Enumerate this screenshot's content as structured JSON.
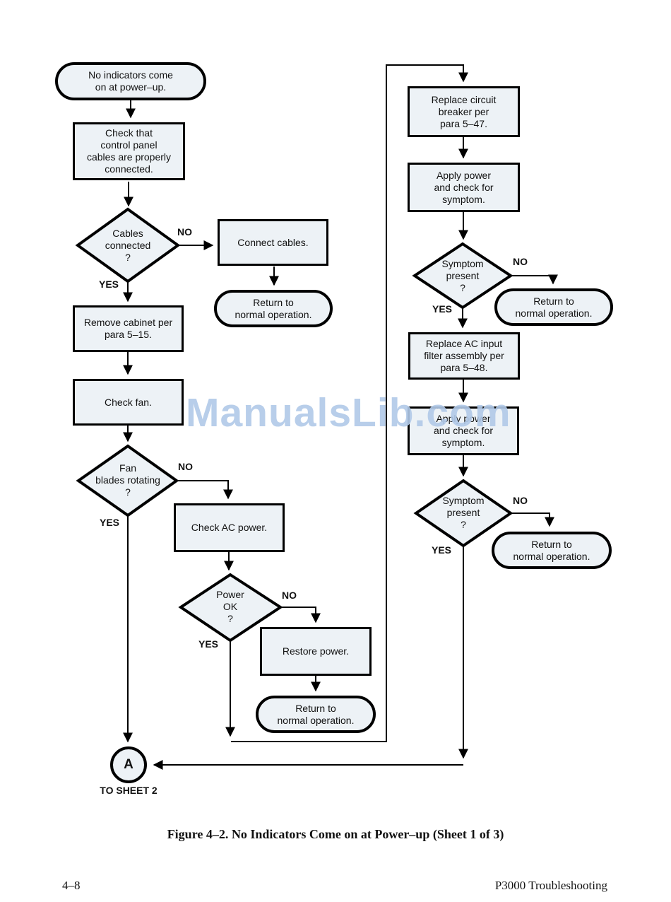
{
  "page": {
    "caption": "Figure 4–2. No Indicators Come on at Power–up (Sheet 1 of 3)",
    "footer_left": "4–8",
    "footer_right": "P3000 Troubleshooting",
    "watermark": "ManualsLib.com"
  },
  "labels": {
    "no": "NO",
    "yes": "YES",
    "connector_a": "A",
    "to_sheet": "TO SHEET 2"
  },
  "nodes": {
    "start": "No indicators come\non at power–up.",
    "check_cables": "Check that\ncontrol panel\ncables are properly\nconnected.",
    "cables_connected": "Cables\nconnected\n?",
    "connect_cables": "Connect cables.",
    "return_normal": "Return to\nnormal operation.",
    "remove_cabinet": "Remove cabinet per\npara 5–15.",
    "check_fan": "Check fan.",
    "fan_rotating": "Fan\nblades rotating\n?",
    "check_ac_power": "Check AC power.",
    "power_ok": "Power\nOK\n?",
    "restore_power": "Restore power.",
    "replace_breaker": "Replace circuit\nbreaker per\npara 5–47.",
    "apply_power": "Apply power\nand check for\nsymptom.",
    "symptom_present": "Symptom\npresent\n?",
    "replace_filter": "Replace AC input\nfilter assembly per\npara 5–48."
  },
  "colors": {
    "node_fill": "#edf2f6",
    "line": "#000000",
    "watermark_blue": "#b0c9e8"
  }
}
